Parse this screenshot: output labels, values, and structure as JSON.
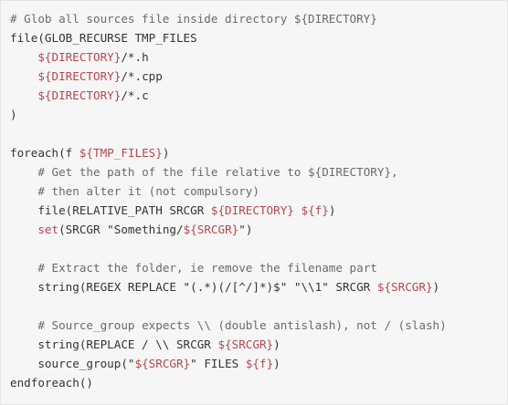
{
  "code": {
    "lines": [
      [
        [
          "c",
          "# Glob all sources file inside directory ${DIRECTORY}"
        ]
      ],
      [
        [
          "t",
          "file(GLOB_RECURSE TMP_FILES"
        ]
      ],
      [
        [
          "t",
          "    "
        ],
        [
          "v",
          "${DIRECTORY}"
        ],
        [
          "t",
          "/*.h"
        ]
      ],
      [
        [
          "t",
          "    "
        ],
        [
          "v",
          "${DIRECTORY}"
        ],
        [
          "t",
          "/*.cpp"
        ]
      ],
      [
        [
          "t",
          "    "
        ],
        [
          "v",
          "${DIRECTORY}"
        ],
        [
          "t",
          "/*.c"
        ]
      ],
      [
        [
          "t",
          ")"
        ]
      ],
      [
        [
          "t",
          ""
        ]
      ],
      [
        [
          "t",
          "foreach(f "
        ],
        [
          "v",
          "${TMP_FILES}"
        ],
        [
          "t",
          ")"
        ]
      ],
      [
        [
          "t",
          "    "
        ],
        [
          "c",
          "# Get the path of the file relative to ${DIRECTORY},"
        ]
      ],
      [
        [
          "t",
          "    "
        ],
        [
          "c",
          "# then alter it (not compulsory)"
        ]
      ],
      [
        [
          "t",
          "    file(RELATIVE_PATH SRCGR "
        ],
        [
          "v",
          "${DIRECTORY}"
        ],
        [
          "t",
          " "
        ],
        [
          "v",
          "${f}"
        ],
        [
          "t",
          ")"
        ]
      ],
      [
        [
          "t",
          "    "
        ],
        [
          "v",
          "set"
        ],
        [
          "t",
          "(SRCGR \"Something/"
        ],
        [
          "v",
          "${SRCGR}"
        ],
        [
          "t",
          "\")"
        ]
      ],
      [
        [
          "t",
          ""
        ]
      ],
      [
        [
          "t",
          "    "
        ],
        [
          "c",
          "# Extract the folder, ie remove the filename part"
        ]
      ],
      [
        [
          "t",
          "    string(REGEX REPLACE \"(.*)(/[^/]*)$\" \"\\\\1\" SRCGR "
        ],
        [
          "v",
          "${SRCGR}"
        ],
        [
          "t",
          ")"
        ]
      ],
      [
        [
          "t",
          ""
        ]
      ],
      [
        [
          "t",
          "    "
        ],
        [
          "c",
          "# Source_group expects \\\\ (double antislash), not / (slash)"
        ]
      ],
      [
        [
          "t",
          "    string(REPLACE / \\\\ SRCGR "
        ],
        [
          "v",
          "${SRCGR}"
        ],
        [
          "t",
          ")"
        ]
      ],
      [
        [
          "t",
          "    source_group(\""
        ],
        [
          "v",
          "${SRCGR}"
        ],
        [
          "t",
          "\" FILES "
        ],
        [
          "v",
          "${f}"
        ],
        [
          "t",
          ")"
        ]
      ],
      [
        [
          "t",
          "endforeach()"
        ]
      ]
    ]
  },
  "colors": {
    "background": "#f6f6f6",
    "text": "#333333",
    "comment": "#6a6a6a",
    "variable": "#b5474f"
  }
}
